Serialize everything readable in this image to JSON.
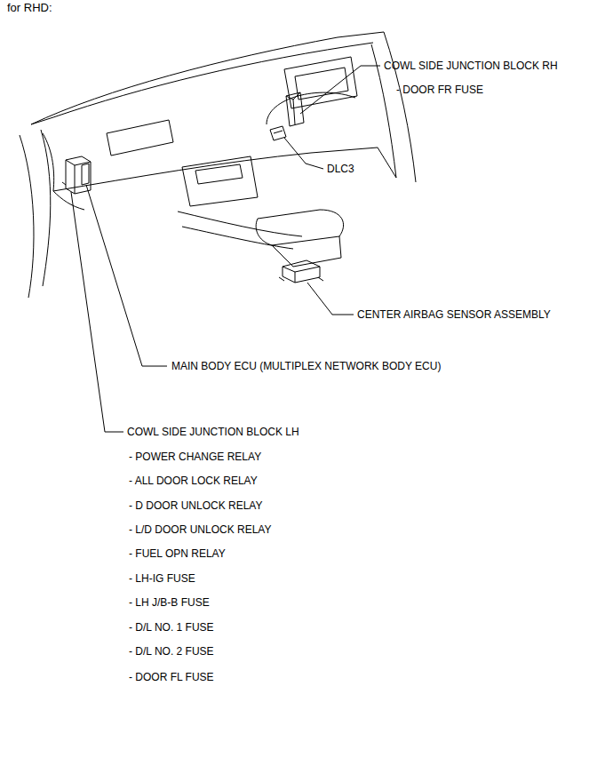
{
  "diagram": {
    "title": "for RHD:",
    "labels": [
      "COWL SIDE JUNCTION BLOCK RH",
      "- DOOR FR FUSE",
      "DLC3",
      "CENTER AIRBAG SENSOR ASSEMBLY",
      "MAIN BODY ECU (MULTIPLEX NETWORK BODY ECU)",
      "COWL SIDE JUNCTION BLOCK LH",
      "- POWER CHANGE RELAY",
      "- ALL DOOR LOCK RELAY",
      "- D DOOR UNLOCK RELAY",
      "- L/D DOOR UNLOCK RELAY",
      "- FUEL OPN RELAY",
      "- LH-IG FUSE",
      "- LH J/B-B FUSE",
      "- D/L NO. 1 FUSE",
      "- D/L NO. 2 FUSE",
      "- DOOR FL FUSE"
    ]
  }
}
